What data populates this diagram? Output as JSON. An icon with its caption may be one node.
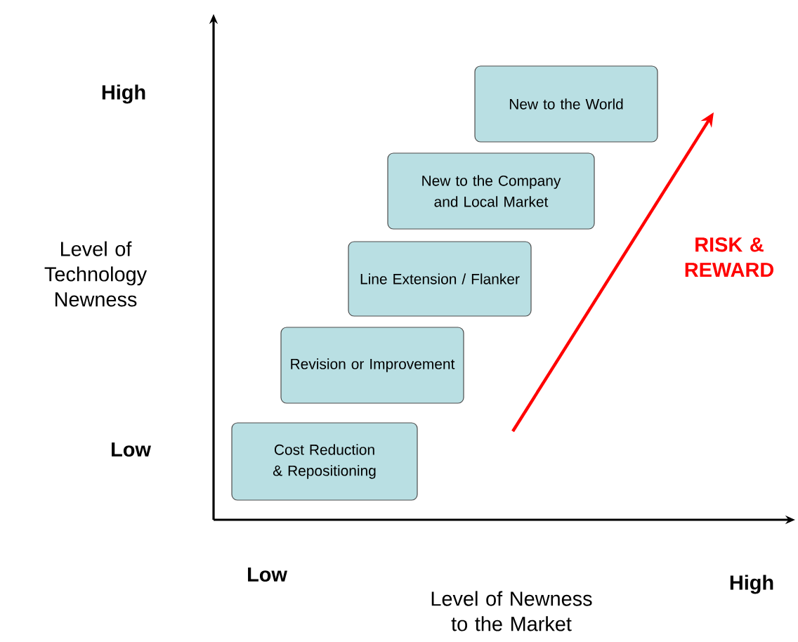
{
  "diagram": {
    "nodes": [
      {
        "text": [
          "Cost Reduction & Repositioning"
        ]
      },
      {
        "text": [
          "Revision or Improvement"
        ]
      },
      {
        "text": [
          "Line Extension / Flanker"
        ]
      },
      {
        "text": [
          "New to the Company and Local Market"
        ]
      },
      {
        "text": [
          "New to the World"
        ]
      }
    ],
    "labels": [
      "High",
      "Level of Technology Newness",
      "Low",
      "RISK & REWARD",
      "Low",
      "Level of Newness to the Market",
      "High"
    ]
  }
}
